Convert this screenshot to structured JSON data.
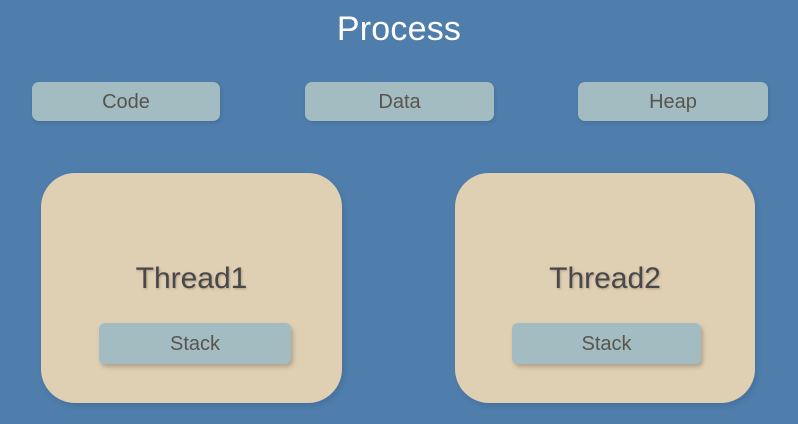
{
  "diagram": {
    "title": "Process",
    "colors": {
      "background": "#4f7dac",
      "thread_fill": "#dfcfb3",
      "segment_fill": "#a3bcc2",
      "title_text": "#ffffff",
      "box_text": "#5a544e",
      "thread_text": "#48474a"
    },
    "segments": [
      {
        "label": "Code"
      },
      {
        "label": "Data"
      },
      {
        "label": "Heap"
      }
    ],
    "threads": [
      {
        "label": "Thread1",
        "stack_label": "Stack"
      },
      {
        "label": "Thread2",
        "stack_label": "Stack"
      }
    ]
  }
}
